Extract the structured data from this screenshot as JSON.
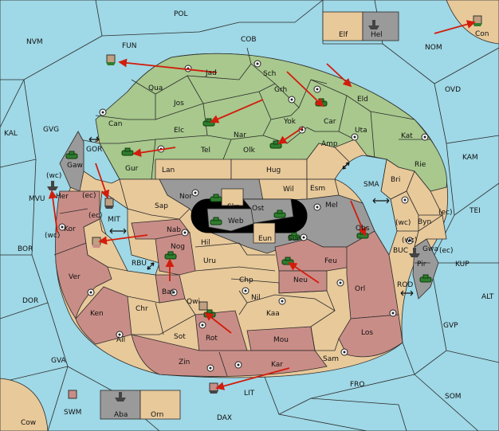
{
  "title": "",
  "colors": {
    "sea": "#9fd8e6",
    "green_power": "#a8c88d",
    "tan_neutral": "#e8c99a",
    "red_power": "#c98d87",
    "gray_power": "#9a9a9a",
    "order_arrow": "#d21c0c",
    "black_lake": "#000000"
  },
  "territories": {
    "sea": {
      "pol": "POL",
      "fun": "FUN",
      "cob": "COB",
      "nvm": "NVM",
      "nom": "NOM",
      "con": "Con",
      "kal": "KAL",
      "gvg": "GVG",
      "gor": "GOR",
      "mvu": "MVU",
      "mit": "MIT",
      "bor": "BOR",
      "rbu": "RBU",
      "dor": "DOR",
      "gva": "GVA",
      "swm": "SWM",
      "dax": "DAX",
      "lit": "LIT",
      "fro": "FRO",
      "som": "SOM",
      "gvp": "GVP",
      "alt": "ALT",
      "kup": "KUP",
      "rod": "ROD",
      "buc": "BUC",
      "tei": "TEI",
      "kam": "KAM",
      "ovd": "OVD",
      "sma": "SMA",
      "cow": "Cow"
    },
    "green": {
      "jad": "Jad",
      "sch": "Sch",
      "qua": "Qua",
      "jos": "Jos",
      "grh": "Grh",
      "eld": "Eld",
      "car": "Car",
      "can": "Can",
      "elc": "Elc",
      "nar": "Nar",
      "yok": "Yok",
      "uta": "Uta",
      "kat": "Kat",
      "tel": "Tel",
      "olk": "Olk",
      "gur": "Gur"
    },
    "tan": {
      "amp": "Amp",
      "lan": "Lan",
      "hug": "Hug",
      "esm": "Esm",
      "bri": "Bri",
      "rie": "Rie",
      "byn": "Byn",
      "wil": "Wil",
      "sap": "Sap",
      "hil": "Hil",
      "uru": "Uru",
      "chp": "Chp",
      "nil": "Nil",
      "kaa": "Kaa",
      "chr": "Chr",
      "ail": "Ail",
      "sot": "Sot",
      "qwi": "Qwi",
      "skr": "Skr",
      "eun": "Eun",
      "sam": "Sam",
      "elf": "Elf",
      "orn": "Orn"
    },
    "red": {
      "her": "Her",
      "kor": "Kor",
      "ver": "Ver",
      "ken": "Ken",
      "nab": "Nab",
      "nog": "Nog",
      "bar": "Bar",
      "rot": "Rot",
      "mou": "Mou",
      "zin": "Zin",
      "kar": "Kar",
      "los": "Los",
      "orl": "Orl",
      "neu": "Neu",
      "feu": "Feu"
    },
    "gray": {
      "gaw": "Gaw",
      "nor": "Nor",
      "ost": "Ost",
      "web": "Web",
      "sun": "Sun",
      "mel": "Mel",
      "obs": "Obs",
      "pir": "Pir",
      "gwa": "Gwa",
      "hel": "Hel",
      "aba": "Aba"
    }
  },
  "coast_labels": {
    "wc1": "(wc)",
    "wc2": "(wc)",
    "ec1": "(ec)",
    "ec2": "(ec)",
    "wc3": "(wc)",
    "ec3": "(ec)",
    "wc4": "(wc)",
    "ec4": "(ec)"
  }
}
